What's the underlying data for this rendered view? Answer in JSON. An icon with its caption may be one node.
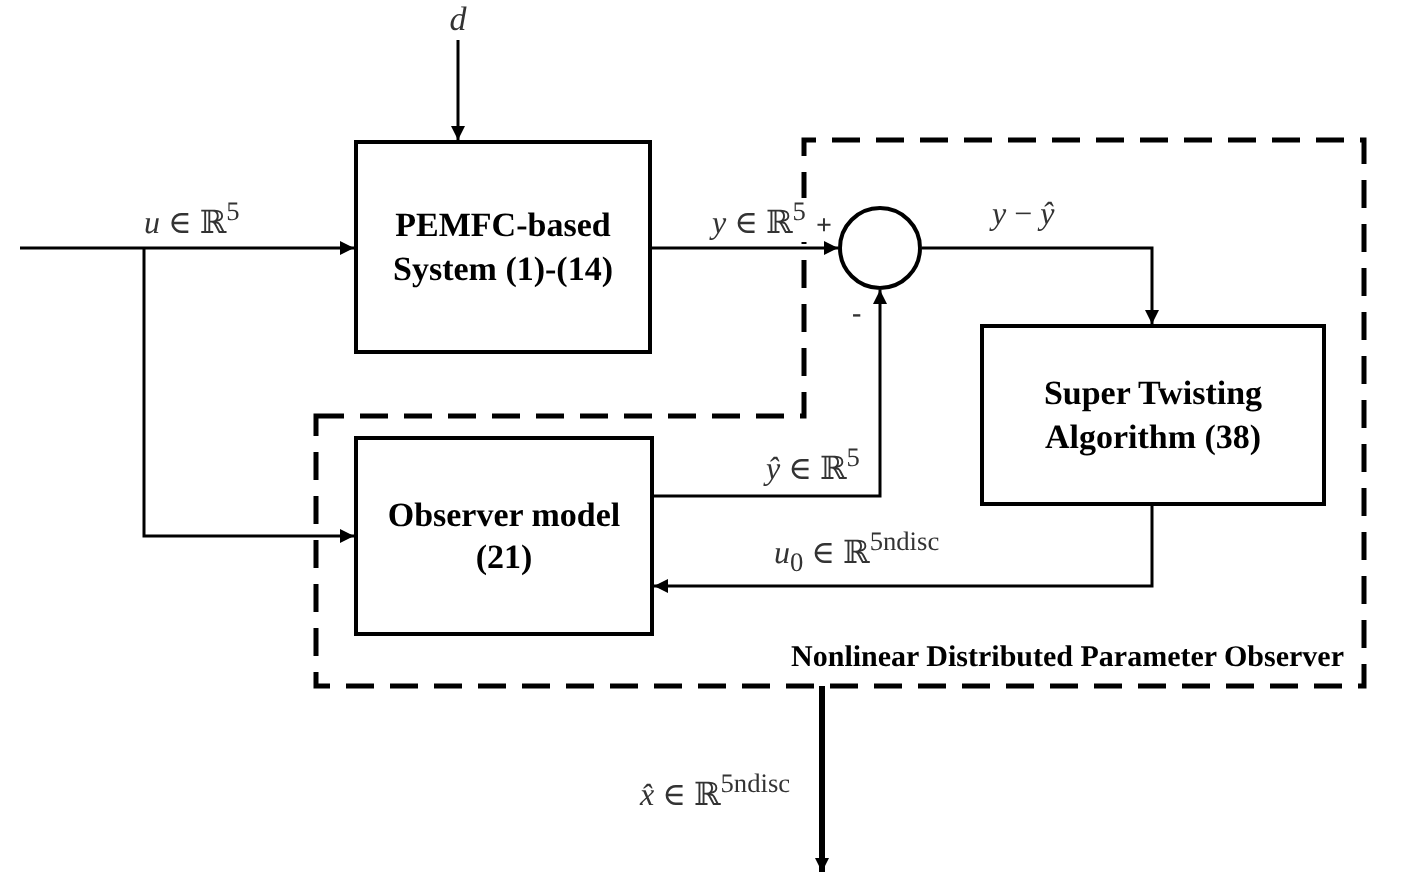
{
  "diagram": {
    "nodes": [
      {
        "text": [
          "Nonlinear Distributed Parameter Observer"
        ]
      },
      {
        "text": [
          "PEMFC-based System (1)-(14)"
        ]
      },
      {
        "text": [],
        "shape": "circle",
        "in": 0
      },
      {
        "text": [
          "Super Twisting Algorithm (38)"
        ],
        "in": 0
      },
      {
        "text": [
          "Observer model (21)"
        ],
        "in": 0
      },
      {
        "text": [
          "*d*"
        ]
      }
    ],
    "edges": [
      {
        "from": null,
        "to": 1,
        "arrow": "to",
        "label": "*u* ∈ ℝ$^{5}$"
      },
      {
        "from": null,
        "to": 4,
        "arrow": "to"
      },
      {
        "from": 5,
        "to": 1,
        "arrow": "to"
      },
      {
        "from": 1,
        "to": 2,
        "arrow": "to",
        "label": "*y* ∈ ℝ$^{5}$"
      },
      {
        "from": 4,
        "to": 2,
        "arrow": "to",
        "label": "*ŷ* ∈ ℝ$^{5}$"
      },
      {
        "from": 2,
        "to": 3,
        "arrow": "to",
        "label": "*y* − *ŷ*"
      },
      {
        "from": 3,
        "to": 4,
        "arrow": "to",
        "label": "*u*$_{0}$ ∈ ℝ$^{5ndisc}$"
      },
      {
        "from": 0,
        "to": null,
        "arrow": "to",
        "label": "*x̂* ∈ ℝ$^{5ndisc}$",
        "style": "thick"
      }
    ],
    "labels": [
      "+",
      "-"
    ]
  }
}
